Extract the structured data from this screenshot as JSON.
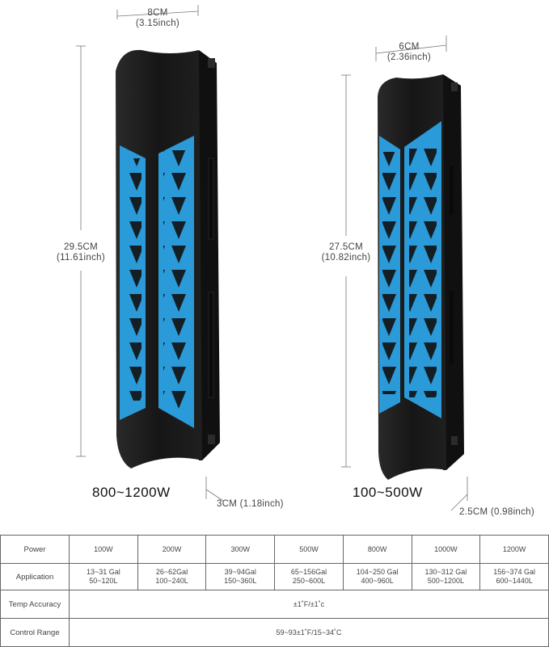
{
  "large_heater": {
    "width_cm": "8CM",
    "width_in": "(3.15inch)",
    "height_cm": "29.5CM",
    "height_in": "(11.61inch)",
    "depth": "3CM (1.18inch)",
    "model_label": "800~1200W",
    "colors": {
      "body": "#1c1c1c",
      "accent": "#2b9ad8"
    }
  },
  "small_heater": {
    "width_cm": "6CM",
    "width_in": "(2.36inch)",
    "height_cm": "27.5CM",
    "height_in": "(10.82inch)",
    "depth": "2.5CM (0.98inch)",
    "model_label": "100~500W"
  },
  "spec_table": {
    "row_labels": {
      "power": "Power",
      "application": "Application",
      "temp_accuracy": "Temp Accuracy",
      "control_range": "Control Range"
    },
    "columns": [
      {
        "power": "100W",
        "gal": "13~31 Gal",
        "liters": "50~120L"
      },
      {
        "power": "200W",
        "gal": "26~62Gal",
        "liters": "100~240L"
      },
      {
        "power": "300W",
        "gal": "39~94Gal",
        "liters": "150~360L"
      },
      {
        "power": "500W",
        "gal": "65~156Gal",
        "liters": "250~600L"
      },
      {
        "power": "800W",
        "gal": "104~250 Gal",
        "liters": "400~960L"
      },
      {
        "power": "1000W",
        "gal": "130~312 Gal",
        "liters": "500~1200L"
      },
      {
        "power": "1200W",
        "gal": "156~374 Gal",
        "liters": "600~1440L"
      }
    ],
    "temp_accuracy_value": "±1˚F/±1˚c",
    "control_range_value": "59~93±1˚F/15~34˚C"
  }
}
